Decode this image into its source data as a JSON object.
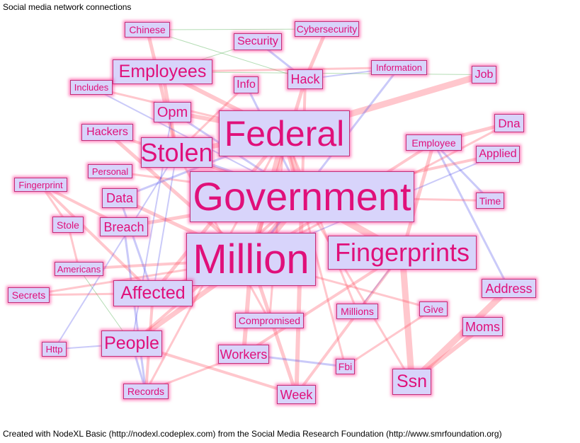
{
  "title": "Social media network connections",
  "footer": "Created with NodeXL Basic (http://nodexl.codeplex.com) from the Social Media Research Foundation (http://www.smrfoundation.org)",
  "colors": {
    "node_fill": "#d8d4fb",
    "node_text": "#e0107a",
    "node_border": "#c0307a",
    "edge_red": "#ff5a6e",
    "edge_blue": "#5a5cf0",
    "edge_green": "#6abf6a"
  },
  "nodes": {
    "chinese": "Chinese",
    "security": "Security",
    "cybersecurity": "Cybersecurity",
    "employees": "Employees",
    "information": "Information",
    "includes": "Includes",
    "info": "Info",
    "hack": "Hack",
    "job": "Job",
    "opm": "Opm",
    "hackers": "Hackers",
    "federal": "Federal",
    "employee": "Employee",
    "dna": "Dna",
    "stolen": "Stolen",
    "personal": "Personal",
    "applied": "Applied",
    "fingerprint": "Fingerprint",
    "data": "Data",
    "government": "Government",
    "time": "Time",
    "stole": "Stole",
    "breach": "Breach",
    "million": "Million",
    "fingerprints": "Fingerprints",
    "americans": "Americans",
    "address": "Address",
    "secrets": "Secrets",
    "affected": "Affected",
    "give": "Give",
    "millions": "Millions",
    "compromised": "Compromised",
    "moms": "Moms",
    "people": "People",
    "http": "Http",
    "workers": "Workers",
    "fbi": "Fbi",
    "ssn": "Ssn",
    "records": "Records",
    "week": "Week"
  }
}
